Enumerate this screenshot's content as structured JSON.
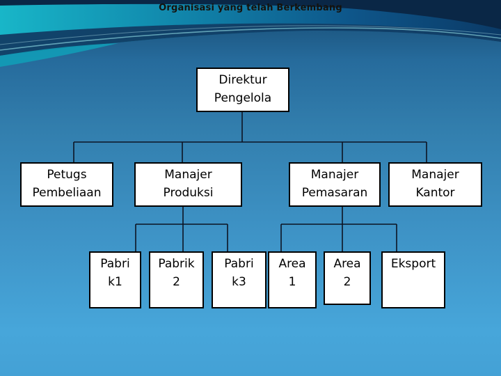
{
  "slide": {
    "title": "Organisasi yang telah Berkembang"
  },
  "org_chart": {
    "type": "organization-chart",
    "nodes": {
      "direktur": {
        "label": "Direktur\nPengelola"
      },
      "petugas": {
        "label": "Petugs\nPembeliaan"
      },
      "produksi": {
        "label": "Manajer\nProduksi"
      },
      "pemasaran": {
        "label": "Manajer\nPemasaran"
      },
      "kantor": {
        "label": "Manajer\nKantor"
      },
      "pabrik1": {
        "label": "Pabri\nk1"
      },
      "pabrik2": {
        "label": "Pabrik\n2"
      },
      "pabrik3": {
        "label": "Pabri\nk3"
      },
      "area1": {
        "label": "Area\n1"
      },
      "area2": {
        "label": "Area\n2"
      },
      "eksport": {
        "label": "Eksport"
      }
    },
    "hierarchy": {
      "root": "Direktur Pengelola",
      "children_of_root": [
        "Petugs Pembeliaan",
        "Manajer Produksi",
        "Manajer Pemasaran",
        "Manajer Kantor"
      ],
      "children_of_manajer_produksi": [
        "Pabrik1",
        "Pabrik 2",
        "Pabrik3"
      ],
      "children_of_manajer_pemasaran": [
        "Area 1",
        "Area 2",
        "Eksport"
      ],
      "children_of_petugs_pembeliaan": [],
      "children_of_manajer_kantor": []
    }
  },
  "colors": {
    "box_fill": "#ffffff",
    "box_border": "#000000",
    "box_text": "#000000",
    "connector": "#0d1322",
    "title_text": "#15120c",
    "background_top_navy": "#0a2746",
    "background_teal_left": "#18b6c8",
    "background_teal_right": "#0b3a66",
    "background_swoosh_navy": "#123e66",
    "background_body_top": "#16496f",
    "background_body_bottom": "#47a6da",
    "highlight_line": "#8fd8e2"
  }
}
